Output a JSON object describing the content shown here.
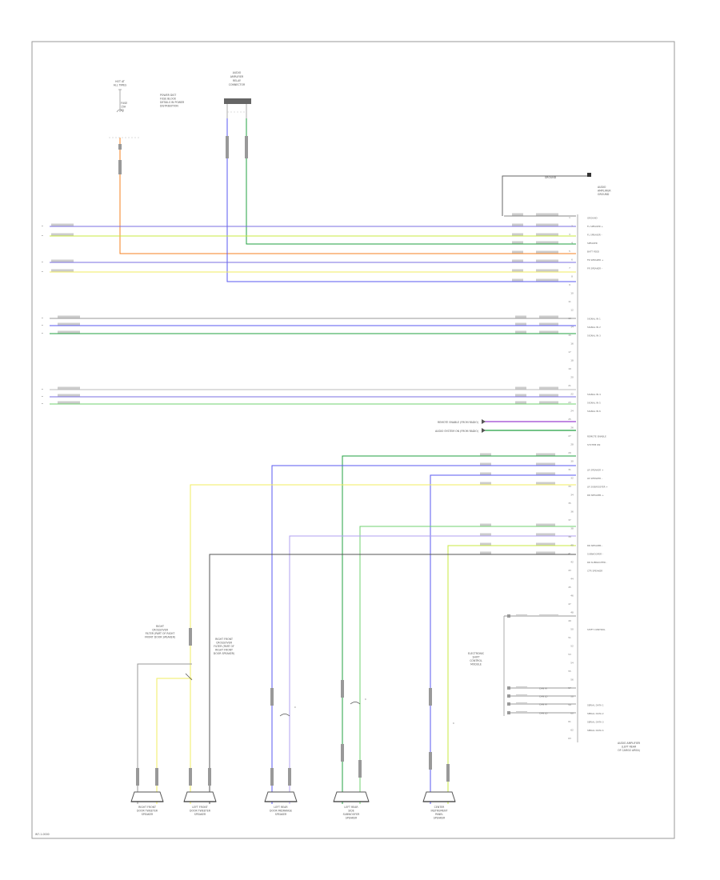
{
  "footer_code": "W7-1-0000",
  "top_labels": {
    "hot_at_all_times": [
      "HOT AT",
      "ALL TIMES"
    ],
    "fuse": [
      "FUSE",
      "15A",
      "F5"
    ],
    "fuse_ref": [
      "POWER DIST",
      "FUSE BLOCK",
      "DETAILS IN POWER",
      "DISTRIBUTION"
    ],
    "connector": [
      "AUDIO",
      "AMPLIFIER",
      "RELAY",
      "CONNECTOR"
    ]
  },
  "ground_block": {
    "tag": "GROUND",
    "label": [
      "AUDIO",
      "AMPLIFIER",
      "GROUND"
    ]
  },
  "module_pins": [
    "GROUND",
    "FL SPEAKER +",
    "FL SPEAKER -",
    "SPEAKER",
    "BATT FEED",
    "FR SPEAKER +",
    "FR SPEAKER -",
    "",
    "",
    "",
    "",
    "",
    "SIGNAL IN 1",
    "SIGNAL IN 2",
    "SIGNAL IN 3",
    "",
    "",
    "",
    "",
    "",
    "",
    "SIGNAL IN 4",
    "SIGNAL IN 5",
    "SIGNAL IN 6",
    "",
    "",
    "REMOTE ENABLE",
    "SYSTEM ON",
    "",
    "",
    "LR SPEAKER +",
    "LR SPEAKER -",
    "LR SUBWOOFER +",
    "RR SPEAKER +",
    "",
    "",
    "",
    "",
    "",
    "RR SPEAKER -",
    "SUBWOOFER -",
    "RR SUBWOOFER -",
    "CTR SPEAKER",
    "",
    "",
    "",
    "",
    "",
    "",
    "SHIFT CONTROL",
    "",
    "",
    "",
    "",
    "",
    "",
    "",
    "",
    "SERIAL DATA 1",
    "SERIAL DATA 2",
    "SERIAL DATA 3",
    "SERIAL DATA 4",
    "",
    ""
  ],
  "module_name": [
    "AUDIO AMPLIFIER",
    "(LEFT REAR",
    "OF CARGO AREA)"
  ],
  "remote_labels": [
    "REMOTE ENABLE (FROM RADIO)",
    "AUDIO SYSTEM ON (FROM RADIO)"
  ],
  "shift_block": {
    "label": [
      "ELECTRONIC",
      "SHIFT",
      "CONTROL",
      "MODULE"
    ],
    "entries": [
      "CAN HI",
      "CAN LO",
      "CAN HI",
      "CAN LO"
    ]
  },
  "speakers": [
    {
      "name": [
        "RIGHT FRONT",
        "DOOR TWEETER",
        "SPEAKER"
      ]
    },
    {
      "name": [
        "LEFT FRONT",
        "DOOR TWEETER",
        "SPEAKER"
      ]
    },
    {
      "name": [
        "LEFT REAR",
        "DOOR MIDRANGE",
        "SPEAKER"
      ]
    },
    {
      "name": [
        "LEFT REAR",
        "SIDE",
        "SUBWOOFER",
        "SPEAKER"
      ]
    },
    {
      "name": [
        "CENTER",
        "INSTRUMENT",
        "PANEL",
        "SPEAKER"
      ]
    }
  ],
  "crossover_labels": [
    [
      "RIGHT",
      "CROSSOVER",
      "FILTER (PART OF RIGHT",
      "FRONT DOOR SPEAKER)"
    ],
    [
      "RIGHT FRONT",
      "CROSSOVER",
      "FILTER (PART OF",
      "RIGHT FRONT",
      "DOOR SPEAKER)"
    ]
  ],
  "colors": {
    "orange": "#f58220",
    "violet_blue": "#7a6fe0",
    "green": "#22a040",
    "red": "#e85050",
    "blue": "#5a5af0",
    "yellow": "#f2ee60",
    "gray": "#888888",
    "light_violet": "#b0a0f0",
    "light_green": "#70d070",
    "yellow_green": "#c8e840",
    "purple": "#9a40d0",
    "dark_gray": "#555555",
    "frame": "#999999"
  }
}
